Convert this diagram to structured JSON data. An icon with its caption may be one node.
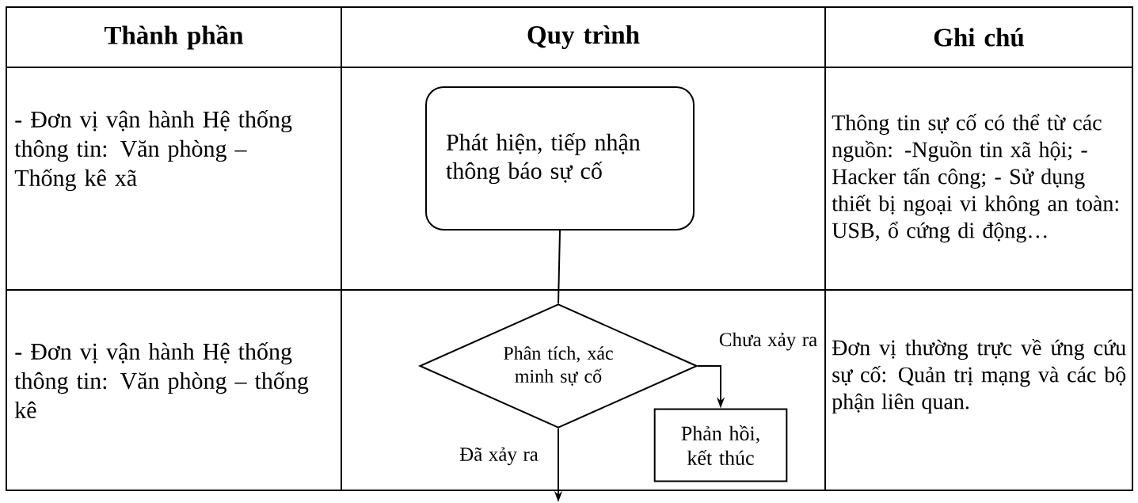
{
  "diagram": {
    "nodes": [
      {
        "text": [
          "Phát hiện, tiếp nhận thông báo sự cố"
        ]
      },
      {
        "text": [
          "Phân tích, xác minh sự cố"
        ]
      },
      {
        "text": [
          "Phản hồi, kết thúc"
        ]
      }
    ],
    "edges": [
      {
        "from": 0,
        "to": 1,
        "arrow": "none"
      },
      {
        "from": 1,
        "to": 2,
        "arrow": "to",
        "label": "Chưa xảy ra"
      },
      {
        "from": 1,
        "to": null,
        "arrow": "to",
        "label": "Đã xảy ra"
      }
    ],
    "labels": [
      "Thành phần",
      "Quy trình",
      "Ghi chú",
      "- Đơn vị vận hành Hệ thống thông tin: Văn phòng – Thống kê xã",
      "Thông tin sự cố có thể từ các nguồn: -Nguồn tin xã hội; - Hacker tấn công; - Sử dụng thiết bị ngoại vi không an toàn: USB, ổ cứng di động…",
      "- Đơn vị vận hành Hệ thống thông tin: Văn phòng – thống kê",
      "Đơn vị thường trực về ứng cứu sự cố: Quản trị mạng và các bộ phận liên quan."
    ]
  }
}
